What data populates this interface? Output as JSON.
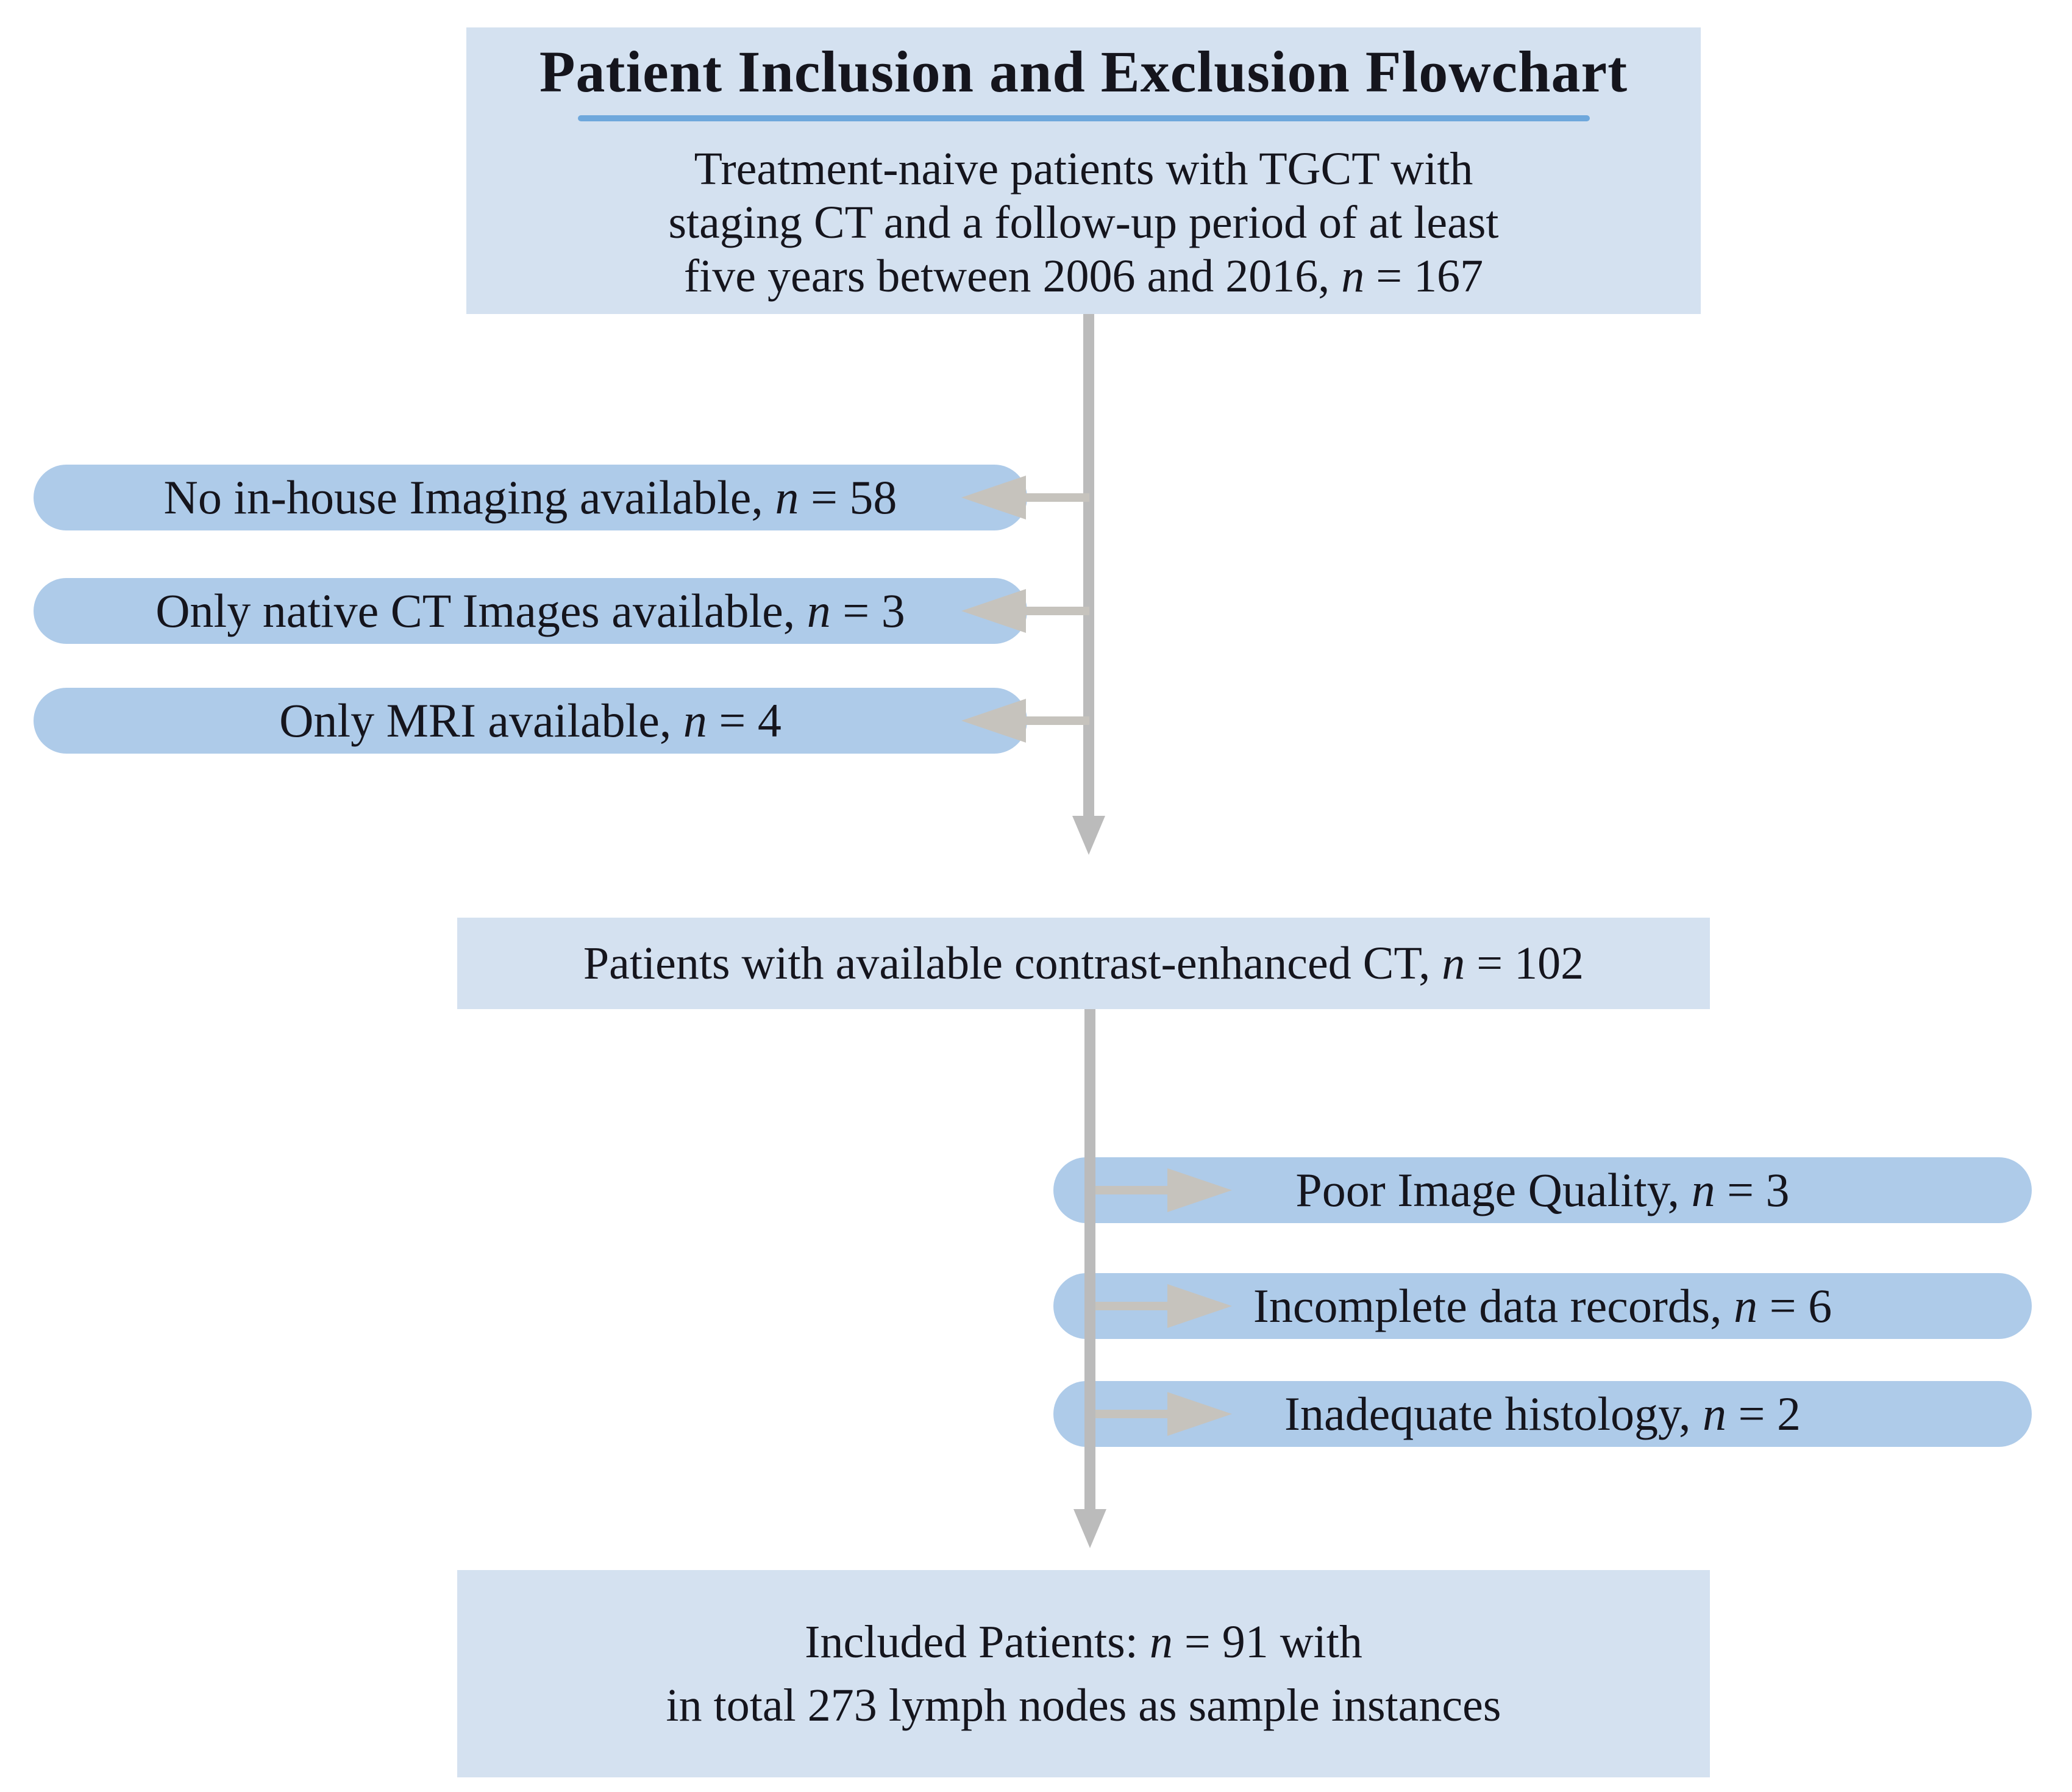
{
  "diagram": {
    "title": "Patient Inclusion and Exclusion Flowchart",
    "source_population": {
      "line1": "Treatment-naive patients with TGCT with",
      "line2": "staging CT and a follow-up period of at least",
      "line3_text": "five years between 2006 and 2016,",
      "n_symbol": "n",
      "n_equation": "= 167"
    },
    "stage1_exclusions": [
      {
        "label": "No in-house Imaging available,",
        "n_symbol": "n",
        "n_equation": "= 58"
      },
      {
        "label": "Only native CT Images available,",
        "n_symbol": "n",
        "n_equation": "= 3"
      },
      {
        "label": "Only MRI available,",
        "n_symbol": "n",
        "n_equation": "= 4"
      }
    ],
    "intermediate_population": {
      "label": "Patients with available contrast-enhanced CT,",
      "n_symbol": "n",
      "n_equation": "= 102"
    },
    "stage2_exclusions": [
      {
        "label": "Poor Image Quality,",
        "n_symbol": "n",
        "n_equation": "= 3"
      },
      {
        "label": "Incomplete data records,",
        "n_symbol": "n",
        "n_equation": "= 6"
      },
      {
        "label": "Inadequate histology,",
        "n_symbol": "n",
        "n_equation": "= 2"
      }
    ],
    "final_population": {
      "line1_prefix": "Included Patients:",
      "n_symbol": "n",
      "n_equation": "= 91",
      "line1_suffix": "with",
      "line2": "in total 273 lymph nodes as sample instances"
    },
    "colors": {
      "box_fill": "#d4e1f0",
      "pill_fill": "#aecbe9",
      "title_underline": "#6fa8dc",
      "flow_line": "#bbbbbb",
      "branch_arrow": "#c6c3bd",
      "text": "#15151d"
    }
  }
}
